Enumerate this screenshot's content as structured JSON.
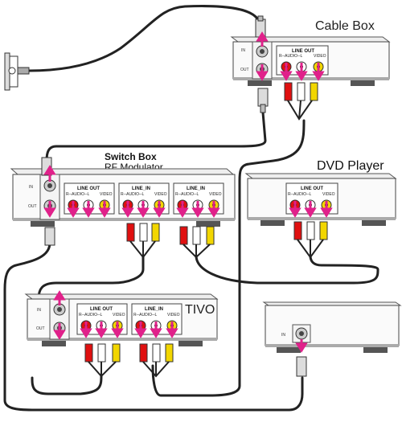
{
  "devices": {
    "cable_box": {
      "title": "Cable Box",
      "in_label": "IN",
      "out_label": "OUT",
      "panel": {
        "title": "LINE OUT",
        "sub": "R─AUDIO─L",
        "video": "VIDEO"
      }
    },
    "switch_box": {
      "title": "Switch Box",
      "subtitle": "RF Modulator",
      "in_label": "IN",
      "out_label": "OUT",
      "panels": [
        {
          "title": "LINE OUT",
          "sub": "R─AUDIO─L",
          "video": "VIDEO"
        },
        {
          "title": "LINE_IN",
          "sub": "R─AUDIO─L",
          "video": "VIDEO"
        },
        {
          "title": "LINE_IN",
          "sub": "R─AUDIO─L",
          "video": "VIDEO"
        }
      ]
    },
    "dvd_player": {
      "title": "DVD Player",
      "panel": {
        "title": "LINE OUT",
        "sub": "R─AUDIO─L",
        "video": "VIDEO"
      }
    },
    "tivo": {
      "title": "TIVO",
      "in_label": "IN",
      "out_label": "OUT",
      "panels": [
        {
          "title": "LINE OUT",
          "sub": "R─AUDIO─L",
          "video": "VIDEO"
        },
        {
          "title": "LINE_IN",
          "sub": "R─AUDIO─L",
          "video": "VIDEO"
        }
      ]
    },
    "tv": {
      "title": "T V",
      "in_label": "IN"
    }
  },
  "colors": {
    "cable": "#222222",
    "arrow": "#e0218a",
    "plug_red": "#e01010",
    "plug_white": "#ffffff",
    "plug_yellow": "#f2d600",
    "device_top": "#f7f7f7",
    "device_shadow": "#999999",
    "foot": "#555555"
  }
}
